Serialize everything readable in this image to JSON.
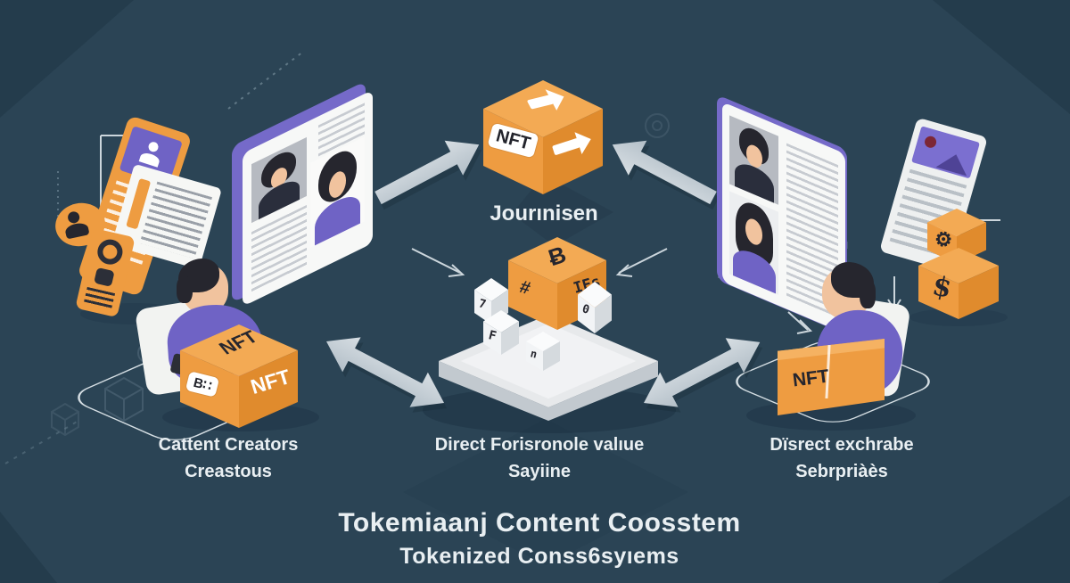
{
  "palette": {
    "background": "#2B4455",
    "corner_shade": "#1E3444",
    "orange": "#EE9C41",
    "orange_light": "#F3AA54",
    "orange_dark": "#E08B2D",
    "purple": "#6F63C5",
    "purple_deep": "#756AC9",
    "card_white": "#F7F8F7",
    "arrow_gray": "#C9D3DA",
    "line_white": "#E9F0F4",
    "ink": "#26262E",
    "skin": "#F1C39E",
    "text": "#E9EFF2"
  },
  "hub": {
    "cube_label": "NFT",
    "caption": "Jourınisen"
  },
  "creator": {
    "caption_line1": "Cattent Creators",
    "caption_line2": "Creastous",
    "cube_top": "NFT",
    "cube_badge": "B∷",
    "cube_side": "NFT"
  },
  "market": {
    "caption_line1": "Direct Forisronole valıue",
    "caption_line2": "Sayiine",
    "cube_top": "Ƀ",
    "cube_left": "#",
    "cube_right": "IFs",
    "mini_glyphs": [
      "7",
      "F",
      "n",
      "0"
    ]
  },
  "collector": {
    "caption_line1": "Dïsrect exchrabe",
    "caption_line2": "Sebrpriàès",
    "desk_label": "NFT"
  },
  "side_icons": {
    "gear": "⚙",
    "currency": "$"
  },
  "title": {
    "line1": "Tokemiaanj Content Coosstem",
    "line2": "Tokenized Conss6syıems"
  }
}
